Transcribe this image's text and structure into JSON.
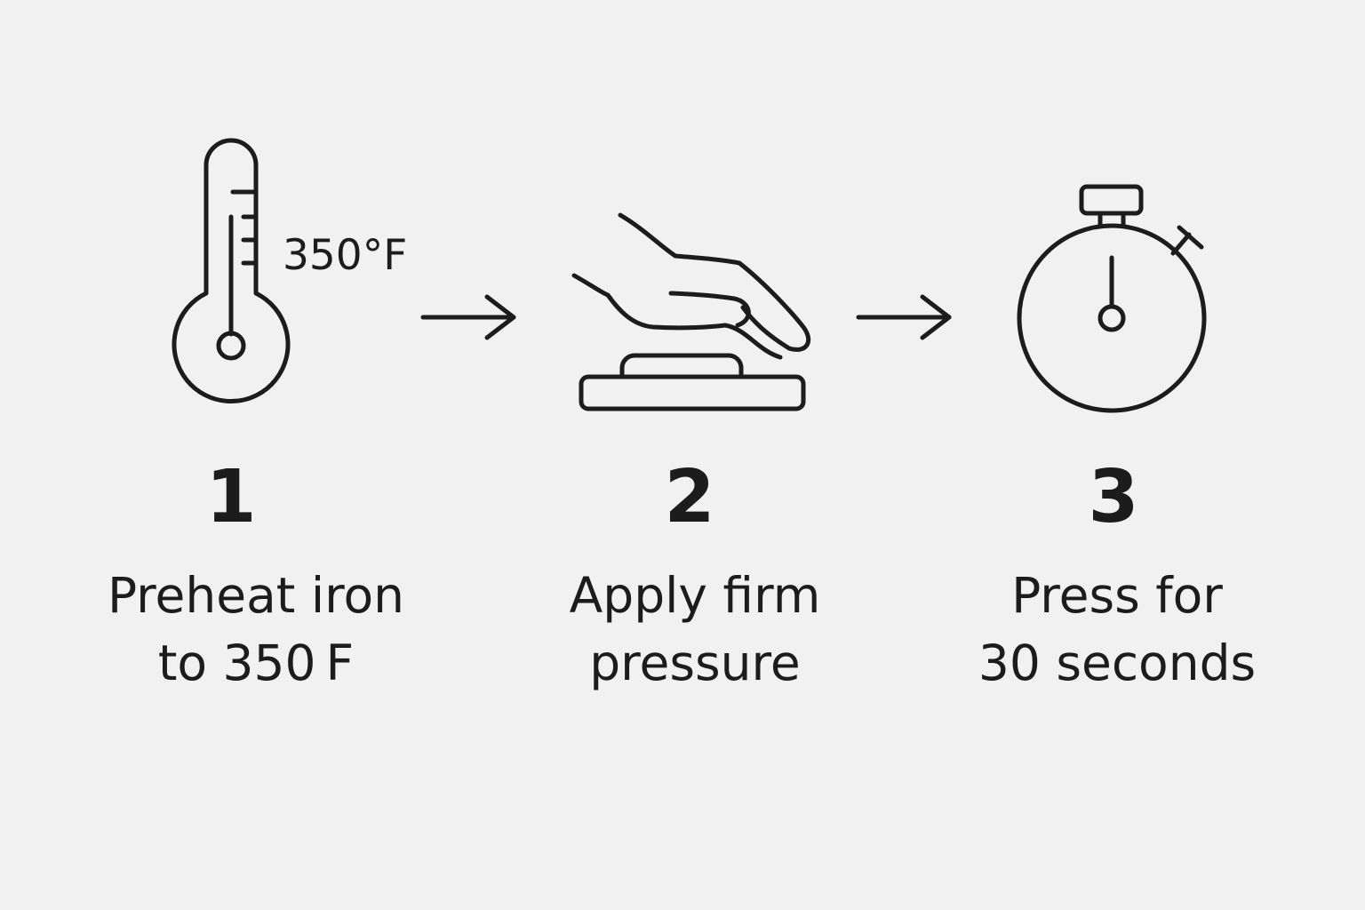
{
  "steps": [
    {
      "number": "1",
      "icon": "thermometer-icon",
      "callout": "350°F",
      "label_lines": [
        "Preheat iron",
        "to 350 F"
      ]
    },
    {
      "number": "2",
      "icon": "hand-pressing-icon",
      "label_lines": [
        "Apply firm",
        "pressure"
      ]
    },
    {
      "number": "3",
      "icon": "stopwatch-icon",
      "label_lines": [
        "Press for",
        "30 seconds"
      ]
    }
  ],
  "connectors": [
    "arrow-right-icon",
    "arrow-right-icon"
  ],
  "colors": {
    "background": "#f1f1f1",
    "ink": "#1c1c1c"
  }
}
